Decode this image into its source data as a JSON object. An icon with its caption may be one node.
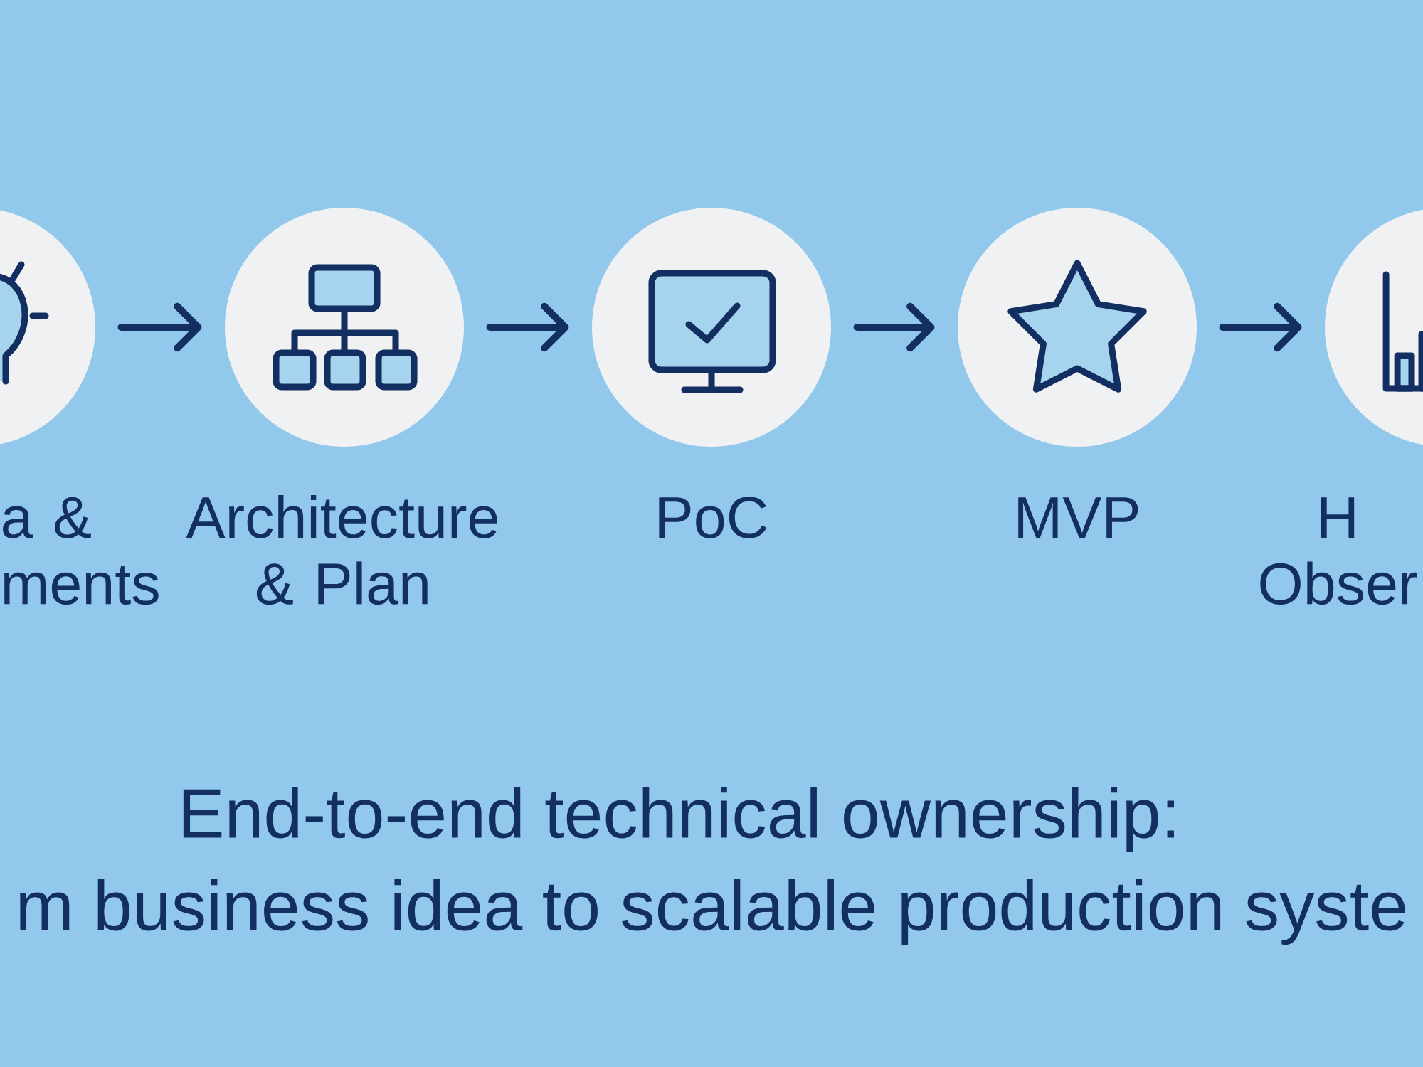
{
  "diagram": {
    "caption": "End-to-end technical ownership: m business idea to scalable production syste",
    "nodes": [
      {
        "text": [],
        "shape": "circle",
        "beside": [
          "a & ments"
        ]
      },
      {
        "text": [],
        "shape": "circle",
        "beside": [
          "Architecture & Plan"
        ]
      },
      {
        "text": [],
        "shape": "circle",
        "beside": [
          "PoC"
        ]
      },
      {
        "text": [],
        "shape": "circle",
        "beside": [
          "MVP"
        ]
      },
      {
        "text": [],
        "shape": "circle",
        "beside": [
          "H Obser"
        ]
      }
    ],
    "edges": [
      {
        "from": 0,
        "to": 1,
        "arrow": "to"
      },
      {
        "from": 1,
        "to": 2,
        "arrow": "to"
      },
      {
        "from": 2,
        "to": 3,
        "arrow": "to"
      },
      {
        "from": 3,
        "to": 4,
        "arrow": "to"
      }
    ]
  }
}
